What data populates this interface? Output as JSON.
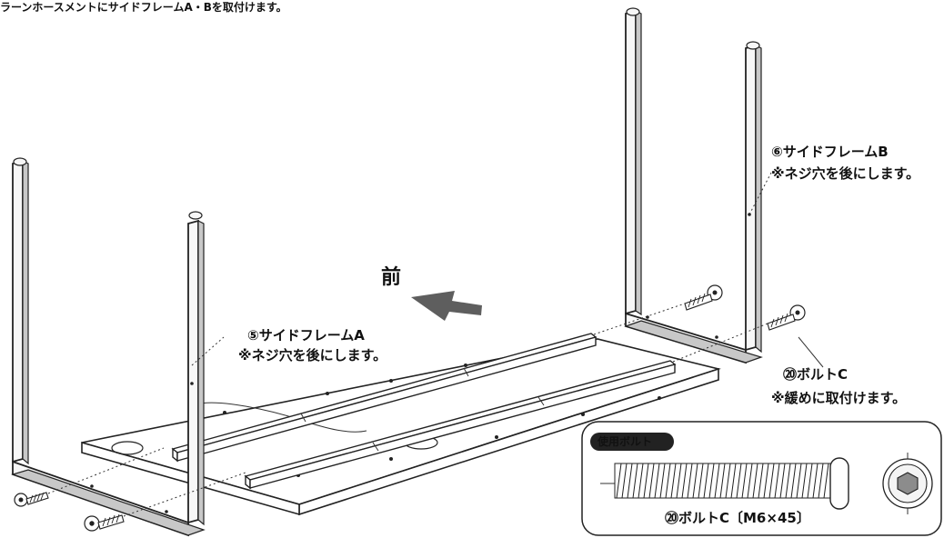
{
  "header": {
    "instruction": "ラーンホースメントにサイドフレームA・Bを取付けます。"
  },
  "direction": {
    "front_label": "前"
  },
  "labels": {
    "frame_a_line1": "⑤サイドフレームA",
    "frame_a_line2": "※ネジ穴を後にします。",
    "frame_b_line1": "⑥サイドフレームB",
    "frame_b_line2": "※ネジ穴を後にします。",
    "bolt_c_line1": "⑳ボルトC",
    "bolt_c_line2": "※緩めに取付けます。"
  },
  "inset": {
    "title": "使用ボルト",
    "caption": "⑳ボルトC〔M6×45〕"
  },
  "colors": {
    "ink": "#222222",
    "badge": "#222222",
    "arrow": "#5e5e5e",
    "shade": "#c8c8c8"
  },
  "icons": {
    "front_arrow": "arrow-left-icon",
    "bolt": "hex-bolt-icon"
  }
}
